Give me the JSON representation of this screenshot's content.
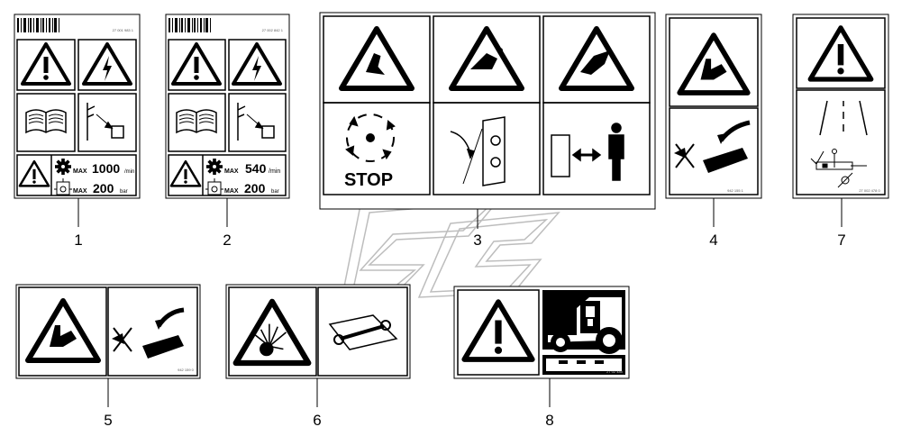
{
  "decal_1": {
    "number": "1",
    "code": "27 001 983 1",
    "speed_max_label": "MAX",
    "speed_value": "1000",
    "speed_unit": "/min",
    "pressure_max_label": "MAX",
    "pressure_value": "200",
    "pressure_unit": "bar"
  },
  "decal_2": {
    "number": "2",
    "code": "27 002 842 1",
    "speed_max_label": "MAX",
    "speed_value": "540",
    "speed_unit": "/min",
    "pressure_max_label": "MAX",
    "pressure_value": "200",
    "pressure_unit": "bar"
  },
  "decal_3": {
    "number": "3",
    "stop_text": "STOP"
  },
  "decal_4": {
    "number": "4",
    "code": "942 155 1"
  },
  "decal_5": {
    "number": "5",
    "code": "942 159 0"
  },
  "decal_6": {
    "number": "6"
  },
  "decal_7": {
    "number": "7",
    "code": "27 002 478 0"
  },
  "decal_8": {
    "number": "8",
    "code": "27 02 485"
  },
  "icons": [
    "warning-triangle",
    "high-voltage",
    "operator-manual",
    "hydraulic-pressure",
    "rotating-blades",
    "crushing-hazard",
    "explosion",
    "tractor-cab",
    "keep-distance"
  ]
}
